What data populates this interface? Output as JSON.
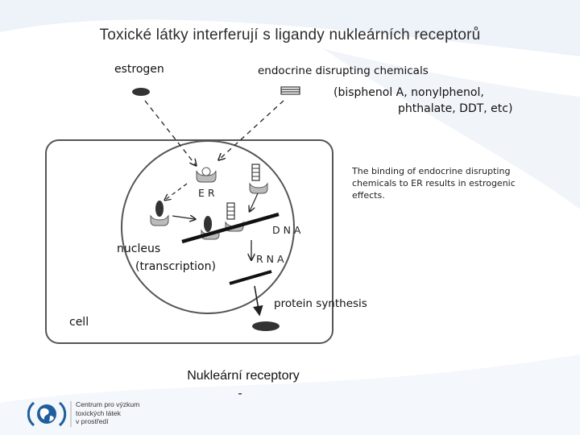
{
  "title": "Toxické látky interferují s ligandy nukleárních receptorů",
  "diagram": {
    "estrogen": "estrogen",
    "edc": "endocrine disrupting chemicals",
    "edc_examples_1": "(bisphenol A, nonylphenol,",
    "edc_examples_2": "phthalate, DDT, etc)",
    "er": "E R",
    "dna": "D N A",
    "rna": "R N A",
    "nucleus": "nucleus",
    "transcription": "(transcription)",
    "protein_synthesis": "protein synthesis",
    "cell": "cell",
    "note_1": "The binding of endocrine disrupting",
    "note_2": "chemicals to ER results in estrogenic",
    "note_3": "effects."
  },
  "caption": "Nukleární receptory",
  "caption_dash": "-",
  "logo": {
    "line1": "Centrum pro výzkum",
    "line2": "toxických látek",
    "line3": "v prostředí"
  },
  "colors": {
    "logo_blue": "#1f5f9e",
    "background_wave": "#e8eff7"
  }
}
